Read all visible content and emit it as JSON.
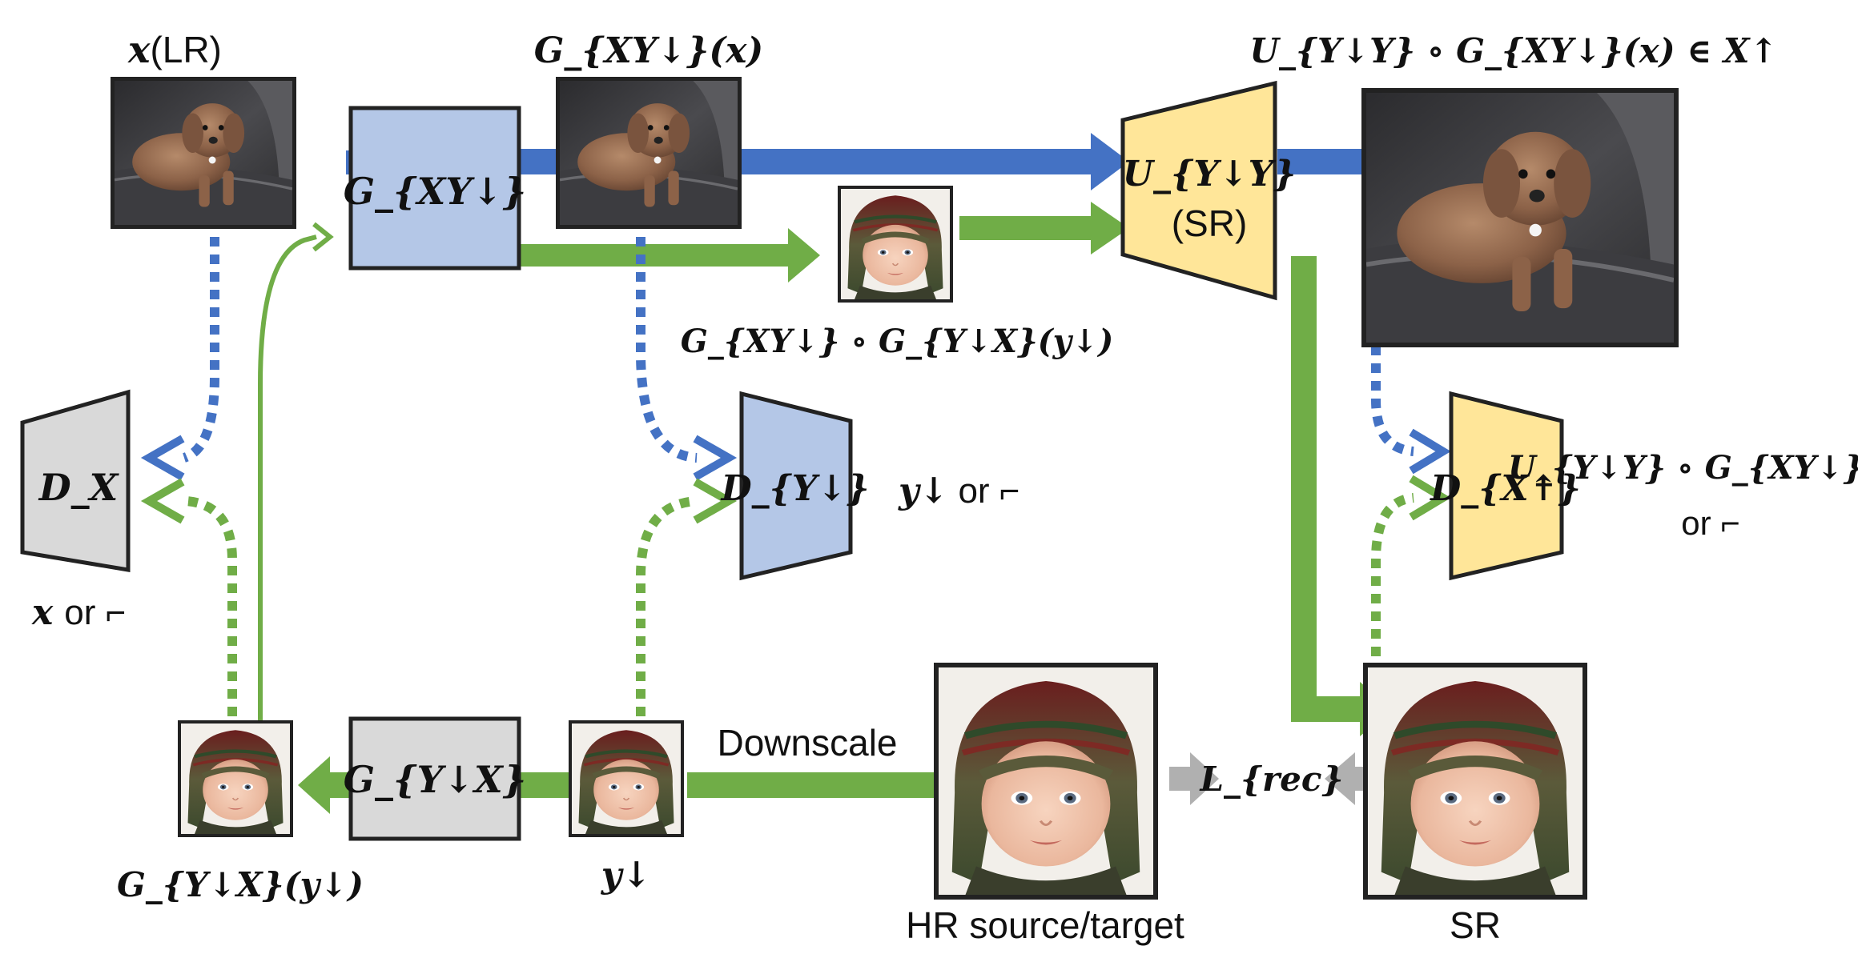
{
  "colors": {
    "blue_arrow": "#4472C4",
    "green_arrow": "#70AD47",
    "gray_arrow": "#B0B0B0",
    "generator_blue": "#B4C7E7",
    "generator_gray": "#D9D9D9",
    "upsampler_yellow": "#FFE699",
    "discriminator_yellow": "#FFE699",
    "discriminator_blue": "#B4C7E7",
    "discriminator_gray": "#D9D9D9",
    "outline": "#222222"
  },
  "labels": {
    "x_lr": {
      "math": "x",
      "plain": "(LR)"
    },
    "g_xy_of_x": "G_{XY↓}(x)",
    "u_g_x_in_xup": "U_{Y↓Y} ∘ G_{XY↓}(x) ∈ X↑",
    "g_xy_g_yx_ydown": "G_{XY↓} ∘ G_{Y↓X}(y↓)",
    "y_down_or_r": {
      "math": "y↓",
      "plain": "or ⌐"
    },
    "x_or_r": {
      "math": "x",
      "plain": "or ⌐"
    },
    "u_g_x_or_r_line1": "U_{Y↓Y} ∘ G_{XY↓}(x)",
    "u_g_x_or_r_line2": "or ⌐",
    "downscale": "Downscale",
    "g_yx_of_ydown": "G_{Y↓X}(y↓)",
    "y_down": "y↓",
    "hr_source_target": "HR source/target",
    "sr": "SR",
    "l_rec": "L_{rec}"
  },
  "blocks": {
    "g_xy": "G_{XY↓}",
    "g_yx": "G_{Y↓X}",
    "u_yy": {
      "line1": "U_{Y↓Y}",
      "line2": "(SR)"
    },
    "d_x": "D_X",
    "d_ydown": "D_{Y↓}",
    "d_xup": "D_{X↑}"
  },
  "images": {
    "dog_lr": "dog",
    "dog_g": "dog",
    "dog_sr": "dog",
    "baby_small_top": "baby",
    "baby_left": "baby",
    "baby_ydown": "baby",
    "baby_hr": "baby",
    "baby_sr": "baby"
  }
}
